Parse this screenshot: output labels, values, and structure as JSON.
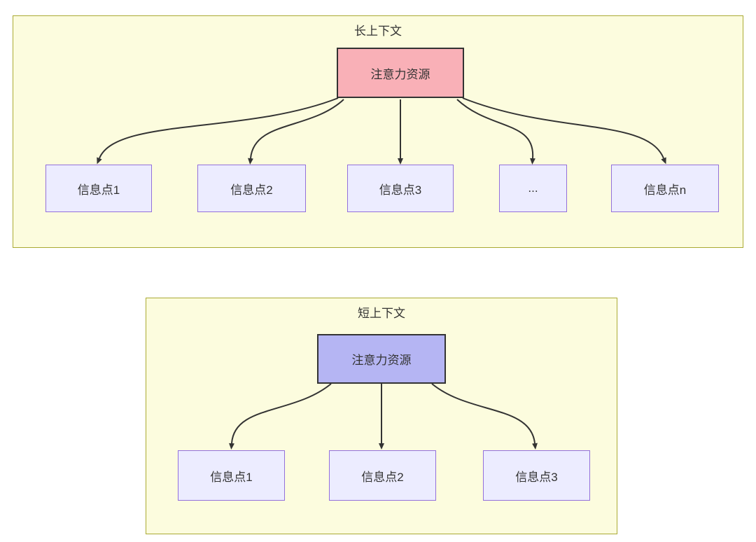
{
  "diagram": {
    "type": "flowchart-comparison",
    "colors": {
      "cluster_fill": "#FCFCDE",
      "cluster_border": "#AAAA33",
      "node_fill": "#ECECFF",
      "node_border": "#9370DB",
      "attention_long_fill": "#F9B0B7",
      "attention_short_fill": "#B5B5F3",
      "attention_border": "#333333",
      "arrow_color": "#333333",
      "text_color": "#333333"
    },
    "long_context": {
      "title": "长上下文",
      "attention_label": "注意力资源",
      "info_points": [
        "信息点1",
        "信息点2",
        "信息点3",
        "...",
        "信息点n"
      ]
    },
    "short_context": {
      "title": "短上下文",
      "attention_label": "注意力资源",
      "info_points": [
        "信息点1",
        "信息点2",
        "信息点3"
      ]
    }
  }
}
